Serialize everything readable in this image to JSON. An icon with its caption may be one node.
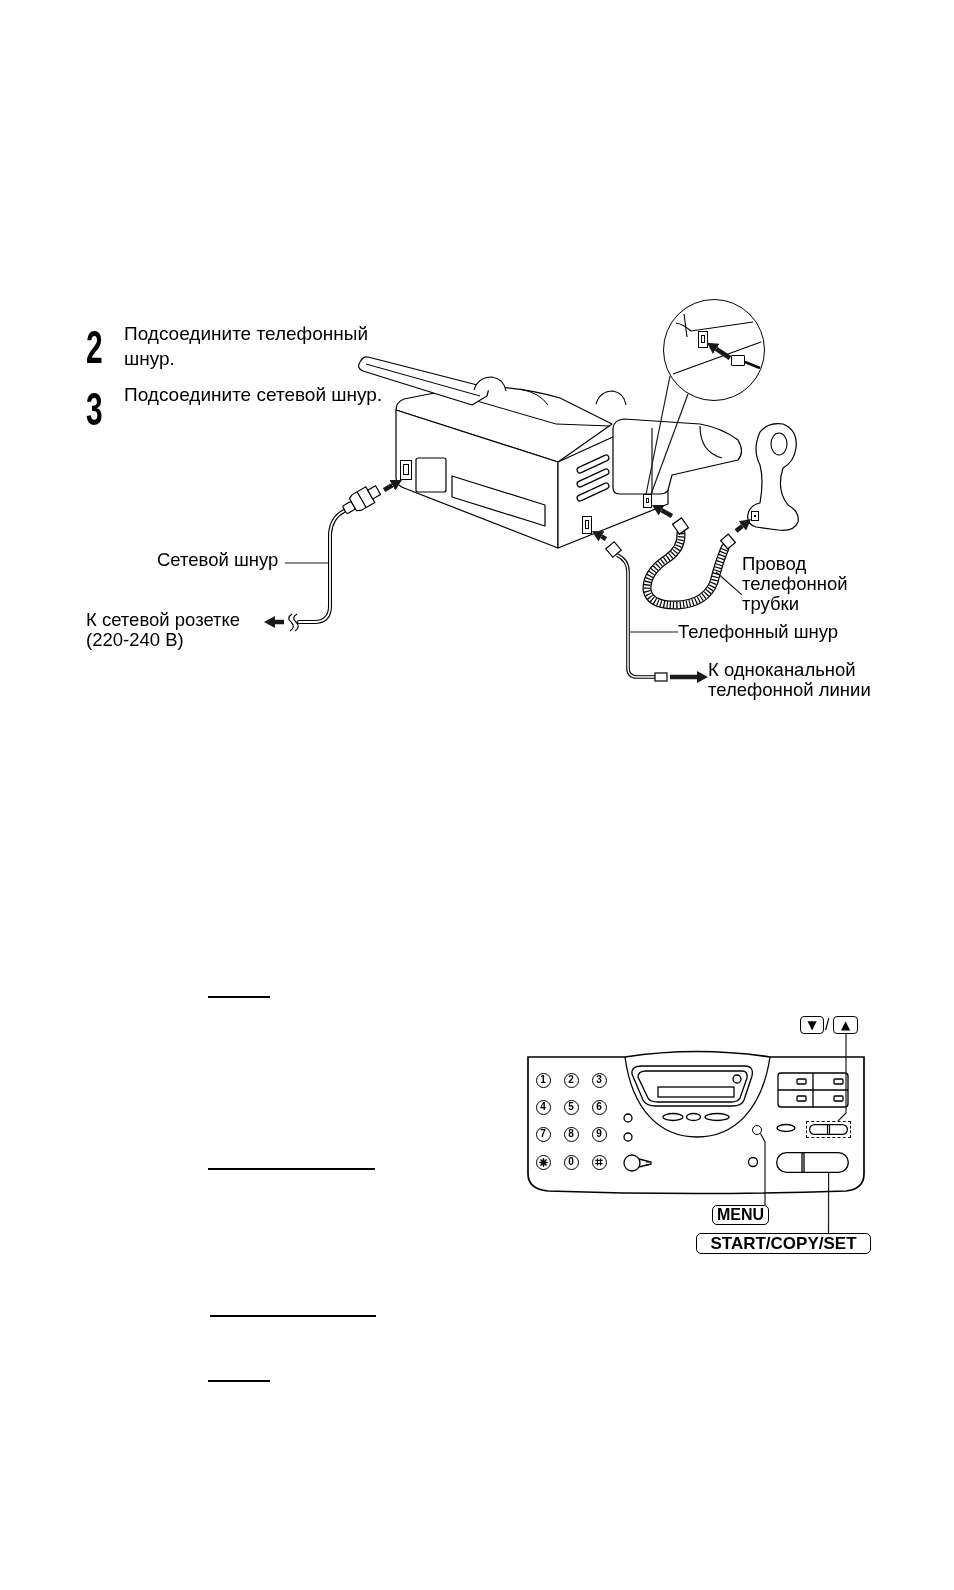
{
  "diagram": {
    "nodes": [
      {
        "text": [],
        "shape": "picture"
      },
      {
        "text": [],
        "shape": "picture"
      },
      {
        "text": [],
        "shape": "picture"
      },
      {
        "text": [
          "Сетевой шнур"
        ]
      },
      {
        "text": [
          "Провод телефонной трубки"
        ]
      },
      {
        "text": [
          "К сетевой розетке (220-240 В)"
        ]
      },
      {
        "text": [
          "Телефонный шнур"
        ]
      },
      {
        "text": [
          "К одноканальной телефонной линии"
        ]
      },
      {
        "text": [
          "▼"
        ]
      },
      {
        "text": [
          "▲"
        ]
      },
      {
        "text": [],
        "shape": "picture"
      },
      {
        "text": [
          "1"
        ],
        "in": 10
      },
      {
        "text": [
          "2"
        ],
        "in": 10
      },
      {
        "text": [
          "3"
        ],
        "in": 10
      },
      {
        "text": [
          "4"
        ],
        "in": 10
      },
      {
        "text": [
          "5"
        ],
        "in": 10
      },
      {
        "text": [
          "6"
        ],
        "in": 10
      },
      {
        "text": [
          "7"
        ],
        "in": 10
      },
      {
        "text": [
          "8"
        ],
        "in": 10
      },
      {
        "text": [
          "9"
        ],
        "in": 10
      },
      {
        "text": [],
        "shape": "circle",
        "in": 10
      },
      {
        "text": [
          "0"
        ],
        "in": 10
      },
      {
        "text": [],
        "shape": "circle",
        "in": 10
      },
      {
        "text": [],
        "shape": "circle",
        "in": 10
      },
      {
        "text": [],
        "shape": "box",
        "in": 10
      },
      {
        "text": [],
        "shape": "box",
        "in": 10
      },
      {
        "text": [
          "MENU"
        ]
      },
      {
        "text": [
          "START/COPY/SET"
        ]
      },
      {
        "text": [],
        "shape": "circle"
      },
      {
        "text": [],
        "shape": "box",
        "in": 28
      },
      {
        "text": [],
        "shape": "box",
        "in": 28
      },
      {
        "text": [],
        "shape": "box"
      },
      {
        "text": [],
        "shape": "box"
      },
      {
        "text": [],
        "shape": "box"
      },
      {
        "text": [],
        "shape": "box"
      }
    ],
    "edges": [
      {
        "from": 3,
        "to": 0,
        "arrow": "none"
      },
      {
        "from": 4,
        "to": 1,
        "arrow": "none"
      },
      {
        "from": 6,
        "to": 2,
        "arrow": "none"
      },
      {
        "from": 0,
        "to": 5,
        "arrow": "to",
        "style": "thick"
      },
      {
        "from": 2,
        "to": 7,
        "arrow": "to",
        "style": "thick"
      },
      {
        "from": 9,
        "to": 24,
        "arrow": "none"
      },
      {
        "from": 26,
        "to": 23,
        "arrow": "none"
      },
      {
        "from": 27,
        "to": 25,
        "arrow": "none"
      },
      {
        "from": 30,
        "to": 29,
        "arrow": "to",
        "style": "thick"
      },
      {
        "from": 0,
        "to": 31,
        "arrow": "to",
        "style": "thick"
      },
      {
        "from": 2,
        "to": 32,
        "arrow": "to",
        "style": "thick"
      },
      {
        "from": 1,
        "to": 33,
        "arrow": "to",
        "style": "thick"
      },
      {
        "from": 1,
        "to": 34,
        "arrow": "to",
        "style": "thick"
      },
      {
        "from": 28,
        "to": 33,
        "arrow": "none"
      }
    ],
    "labels": [
      "2",
      "Подсоедините телефонный шнур.",
      "3",
      "Подсоедините сетевой шнур.",
      "/"
    ]
  }
}
